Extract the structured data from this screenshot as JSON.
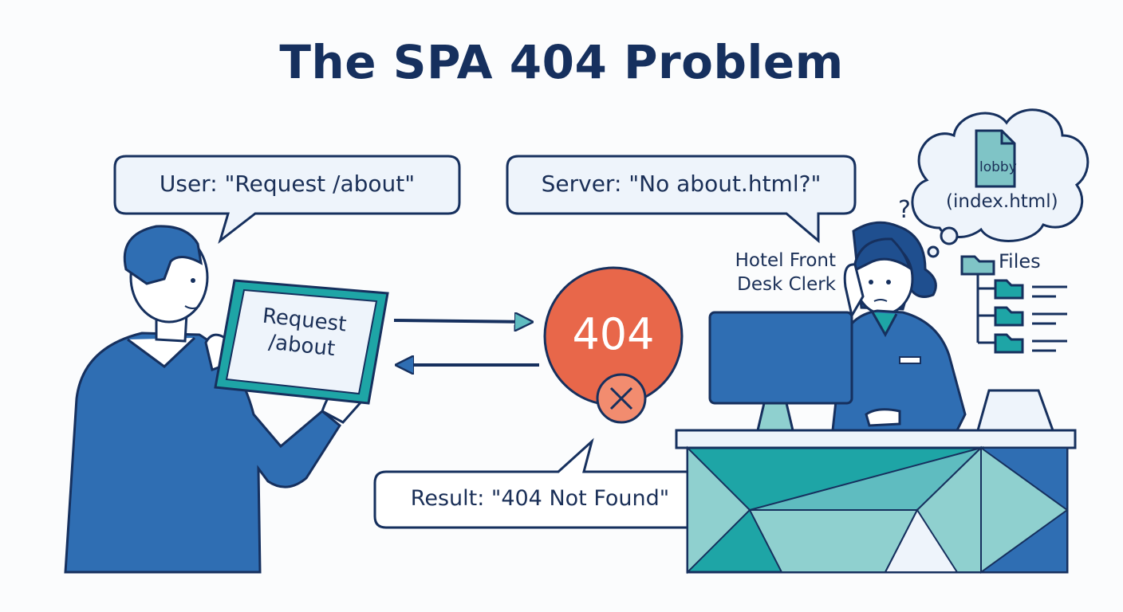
{
  "title": "The SPA 404 Problem",
  "user_bubble": "User: \"Request /about\"",
  "server_bubble": "Server: \"No about.html?\"",
  "result_bubble": "Result: \"404 Not Found\"",
  "tablet": {
    "line1": "Request",
    "line2": "/about"
  },
  "error_code": "404",
  "clerk_label": {
    "line1": "Hotel Front",
    "line2": "Desk Clerk"
  },
  "thought": {
    "file_label": "lobby",
    "caption": "(index.html)",
    "question_mark": "?"
  },
  "files_label": "Files",
  "colors": {
    "navy": "#16305e",
    "blue": "#2f6eb3",
    "teal": "#1ea5a6",
    "light_teal": "#8fd0cf",
    "error_orange": "#e8674a",
    "bubble_fill": "#eef4fb"
  }
}
